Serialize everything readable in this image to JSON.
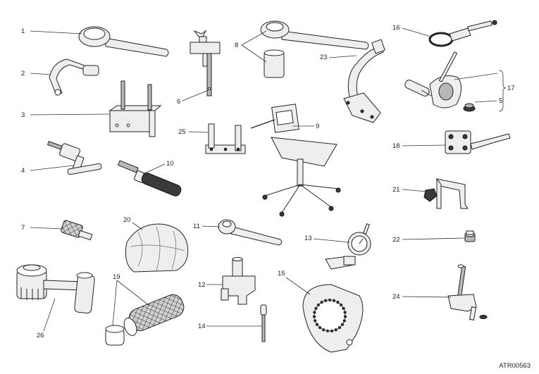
{
  "callouts": {
    "1": "1",
    "2": "2",
    "3": "3",
    "4": "4",
    "5": "5",
    "6": "6",
    "7": "7",
    "8": "8",
    "9": "9",
    "10": "10",
    "11": "11",
    "12": "12",
    "13": "13",
    "14": "14",
    "15": "15",
    "16": "16",
    "17": "17",
    "18": "18",
    "19": "19",
    "20": "20",
    "21": "21",
    "22": "22",
    "23": "23",
    "24": "24",
    "25": "25",
    "26": "26"
  },
  "reference_code": "ATR00563"
}
